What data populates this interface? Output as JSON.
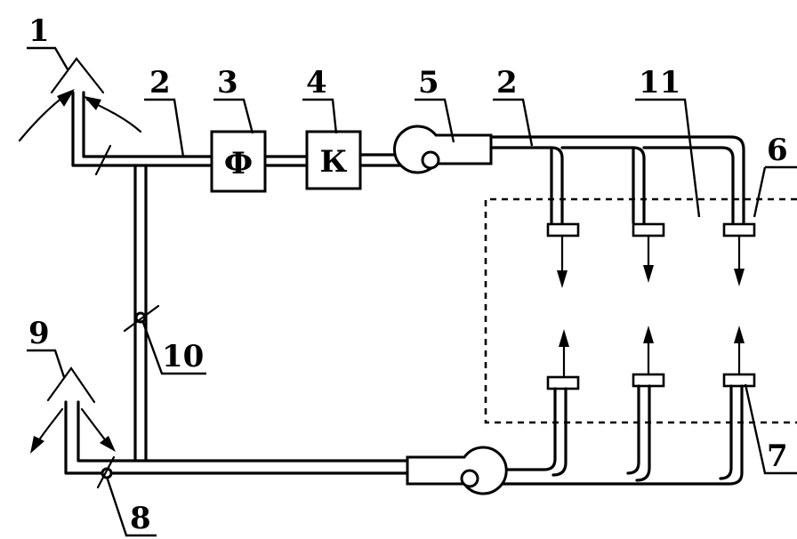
{
  "labels": {
    "intake": "1",
    "duct_top": "2",
    "duct_right": "2",
    "filter_num": "3",
    "cooler_num": "4",
    "fan_num": "5",
    "room_edge_num": "6",
    "exhaust_grille_num": "7",
    "exhaust_damper_num": "8",
    "exhaust_outlet_num": "9",
    "bypass_damper_num": "10",
    "room_num": "11"
  },
  "blocks": {
    "filter": "Ф",
    "cooler": "К"
  }
}
